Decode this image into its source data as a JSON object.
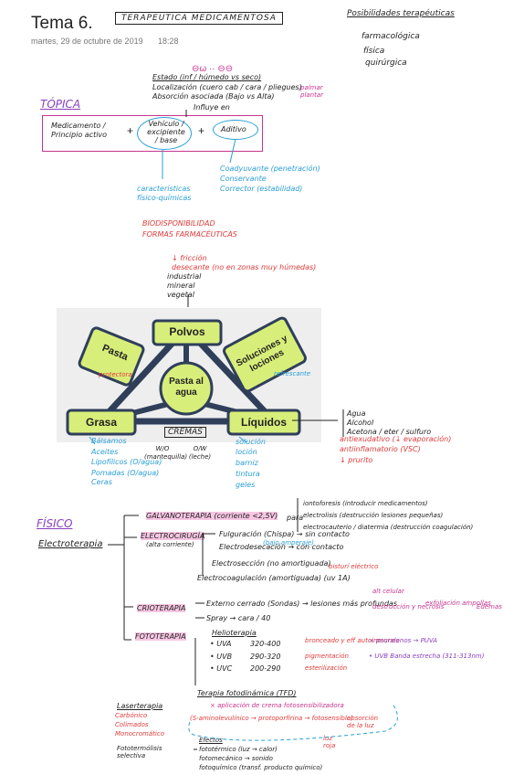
{
  "header": {
    "title": "Tema 6.",
    "date": "martes, 29 de octubre de 2019",
    "time": "18:28",
    "boxed_title": "TERAPEUTICA MEDICAMENTOSA",
    "posibilidades": {
      "label": "Posibilidades terapéuticas",
      "items": [
        "farmacológica",
        "física",
        "quirúrgica"
      ]
    }
  },
  "topica": {
    "heading": "TÓPICA",
    "top_notes": {
      "estado": "Estado (inf / húmedo vs seco)",
      "localizacion": "Localización (cuero cab / cara / pliegues)",
      "absorcion": "Absorción asociada (Bajo vs Alta)",
      "palmar": "palmar plantar",
      "influye": "Influye en"
    },
    "formula": {
      "medicamento": "Medicamento / Principio activo",
      "plus1": "+",
      "vehiculo": "Vehículo / excipiente / base",
      "plus2": "+",
      "aditivo": "Aditivo"
    },
    "caracteristicas": "características físico-químicas",
    "biodisponibilidad": "BIODISPONIBILIDAD",
    "formas": "FORMAS FARMACÉUTICAS",
    "aditivos": [
      "Coadyuvante (penetración)",
      "Conservante",
      "Corrector (estabilidad)"
    ]
  },
  "polvos_notes": [
    "↓ fricción",
    "desecante (no en zonas muy húmedas)",
    "industrial",
    "mineral",
    "vegetal"
  ],
  "triangle": {
    "polvos": "Polvos",
    "pasta": "Pasta",
    "pasta_sub": "protectora",
    "soluciones": "Soluciones y lociones",
    "soluciones_sub": "refrescante",
    "pasta_agua": "Pasta al agua",
    "grasa": "Grasa",
    "liquidos": "Líquidos",
    "cremas": "CREMAS",
    "wo": "W/O (mantequilla)",
    "ow": "O/W (leche)"
  },
  "liquidos_notes": {
    "items": [
      "Agua",
      "Alcohol",
      "Acetona / eter / sulfuro"
    ],
    "effects": [
      "antiexudativo (↓ evaporación)",
      "antiinflamatorio (VSC)",
      "↓ prurito"
    ]
  },
  "grasa_list": [
    "Bálsamos",
    "Aceites",
    "Lipofílicos (O/agua)",
    "Pomadas (O/agua)",
    "Ceras"
  ],
  "liquidos_list": [
    "solución",
    "loción",
    "barniz",
    "tintura",
    "geles"
  ],
  "fisico": {
    "heading": "FÍSICO",
    "electroterapia": "Electroterapia",
    "galvano": "GALVANOTERAPIA (corriente <2,5V)",
    "para": "para",
    "galvano_items": [
      "iontoforesis (introducir medicamentos)",
      "electrolisis (destrucción lesiones pequeñas)",
      "electrocauterio / diatermia (destrucción coagulación)"
    ],
    "electrocirugia": "ELECTROCIRUGÍA",
    "electro_sub": "(alta corriente)",
    "fulguracion": "Fulguración (Chispa) → sin contacto",
    "fulg_sub": "(bajo amperaje)",
    "electrodesecacion": "Electrodesecación → con contacto",
    "electroseccion": "Electrosección (no amortiguada)",
    "bisturi": "bisturí eléctrico",
    "electrocoagulacion": "Electrocoagulación (amortiguada) (uv 1A)",
    "crioterapia": "CRIOTERAPIA",
    "crio_items": [
      "Externo cerrado (Sondas) → lesiones más profundas",
      "Spray → cara / 40"
    ],
    "crio_flow": [
      "alt celular",
      "destrucción y necrosis",
      "exfoliación ampollas",
      "Edemas"
    ],
    "fototerapia": "FOTOTERAPIA",
    "helioterapia": "Helioterapia",
    "uv": [
      {
        "band": "• UVA",
        "range": "320-400",
        "effect": "bronceado y eff autoinmunes"
      },
      {
        "band": "• UVB",
        "range": "290-320",
        "effect": "pigmentación"
      },
      {
        "band": "• UVC",
        "range": "200-290",
        "effect": "esterilización"
      }
    ],
    "psoralenos": "× psoralenos → PUVA",
    "uvb_nb": "• UVB Banda estrecha (311-313nm)",
    "tfd": "Terapia fotodinámica (TFD)",
    "tfd_crema": "× aplicación de crema fotosensibilizadora",
    "ala": "(S-aminolevulínico → protoporfirina → fotosensible)",
    "absorcion_luz": "absorción de la luz",
    "luz_roja": "luz roja",
    "laserterapia": "Laserterapia",
    "laser_items": [
      "Carbónico",
      "Colimados",
      "Monocromático"
    ],
    "fototermolisis": "Fototermólisis selectiva",
    "efectos": "Efectos",
    "efecto_items": [
      "fototérmico (luz → calor)",
      "fotomecánico → sonido",
      "fotoquímico (transf. producto químico)"
    ]
  }
}
